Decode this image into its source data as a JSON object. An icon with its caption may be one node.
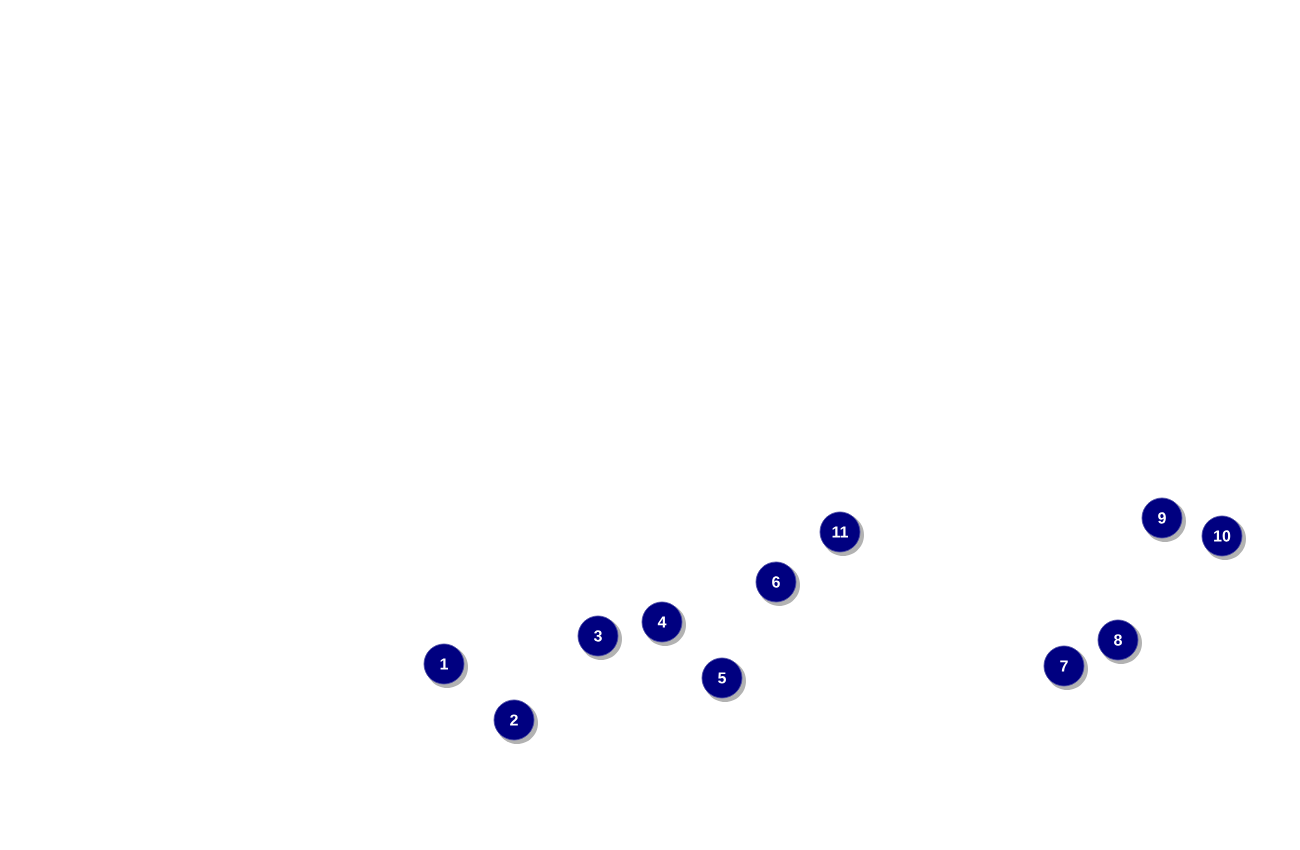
{
  "diagram": {
    "nodes": [
      {
        "text": [
          "1"
        ]
      },
      {
        "text": [
          "2"
        ]
      },
      {
        "text": [
          "3"
        ]
      },
      {
        "text": [
          "4"
        ]
      },
      {
        "text": [
          "5"
        ]
      },
      {
        "text": [
          "6"
        ]
      },
      {
        "text": [
          "7"
        ]
      },
      {
        "text": [
          "8"
        ]
      },
      {
        "text": [
          "9"
        ]
      },
      {
        "text": [
          "10"
        ]
      },
      {
        "text": [
          "11"
        ]
      }
    ]
  }
}
